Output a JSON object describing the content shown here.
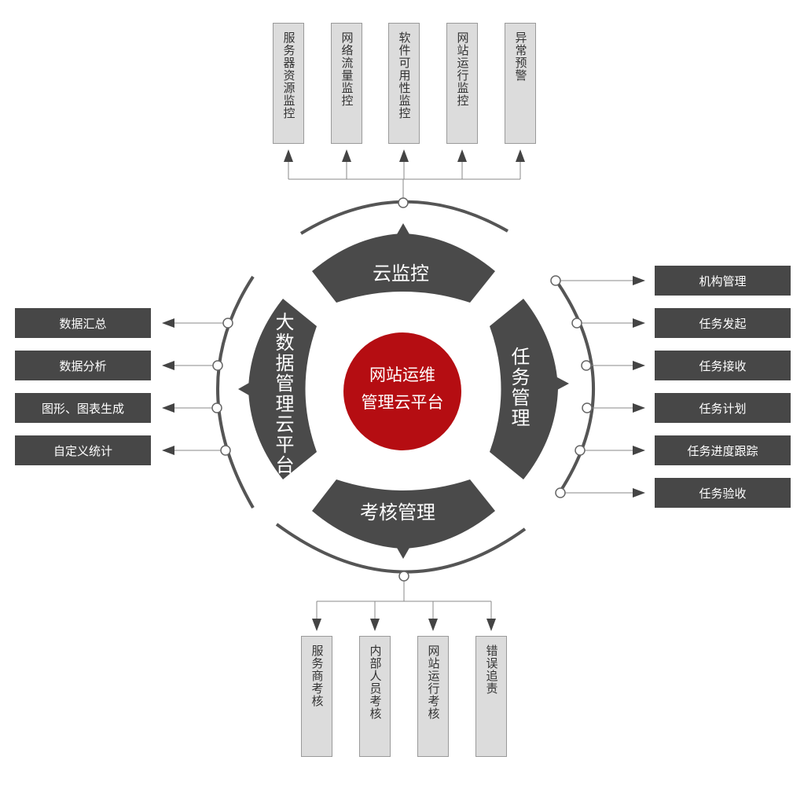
{
  "center": {
    "line1": "网站运维",
    "line2": "管理云平台"
  },
  "segments": {
    "top": "云监控",
    "right": "任务管理",
    "bottom": "考核管理",
    "left": "大数据管理云平台"
  },
  "monitor_items": [
    "服务器资源监控",
    "网络流量监控",
    "软件可用性监控",
    "网站运行监控",
    "异常预警"
  ],
  "task_items": [
    "机构管理",
    "任务发起",
    "任务接收",
    "任务计划",
    "任务进度跟踪",
    "任务验收"
  ],
  "assessment_items": [
    "服务商考核",
    "内部人员考核",
    "网站运行考核",
    "错误追责"
  ],
  "bigdata_items": [
    "数据汇总",
    "数据分析",
    "图形、图表生成",
    "自定义统计"
  ],
  "colors": {
    "segment": "#4a4a4a",
    "center": "#b50d12",
    "arc": "#555555",
    "box_light": "#dcdcdc",
    "box_dark": "#474747"
  }
}
